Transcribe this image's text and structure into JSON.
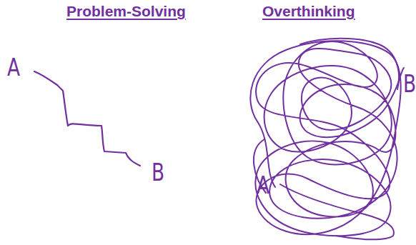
{
  "diagram": {
    "labels": [
      "Problem-Solving",
      "A",
      "B",
      "Overthinking",
      "A",
      "B"
    ]
  }
}
